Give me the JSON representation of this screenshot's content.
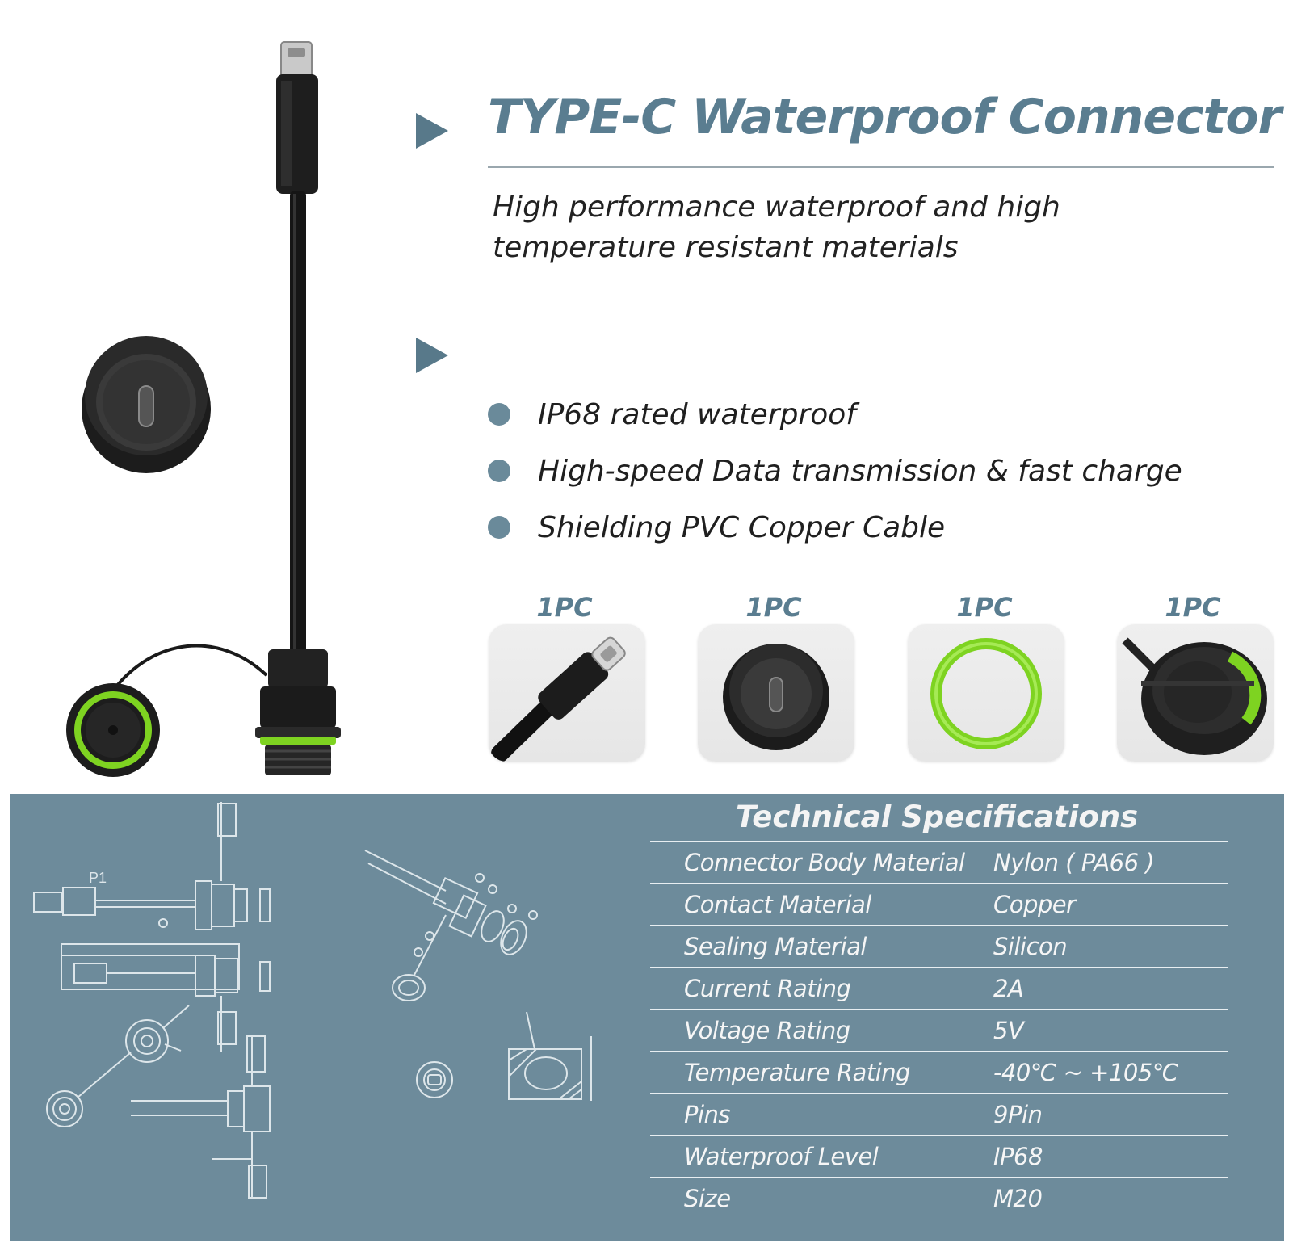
{
  "header": {
    "title": "TYPE-C Waterproof Connector",
    "subtitle": "High performance waterproof and high temperature resistant materials"
  },
  "features": [
    "IP68 rated waterproof",
    "High-speed Data transmission & fast charge",
    "Shielding PVC Copper Cable"
  ],
  "package": [
    {
      "qty": "1PC",
      "item_icon": "usb-c-plug-icon"
    },
    {
      "qty": "1PC",
      "item_icon": "socket-face-icon"
    },
    {
      "qty": "1PC",
      "item_icon": "green-o-ring-icon"
    },
    {
      "qty": "1PC",
      "item_icon": "nut-with-seal-icon"
    }
  ],
  "drawings": {
    "label_p1": "P1"
  },
  "specs": {
    "title": "Technical Specifications",
    "rows": [
      {
        "label": "Connector Body Material",
        "value": "Nylon ( PA66 )"
      },
      {
        "label": "Contact Material",
        "value": "Copper"
      },
      {
        "label": "Sealing Material",
        "value": "Silicon"
      },
      {
        "label": "Current Rating",
        "value": "2A"
      },
      {
        "label": "Voltage Rating",
        "value": "5V"
      },
      {
        "label": "Temperature Rating",
        "value": "-40℃ ~ +105℃"
      },
      {
        "label": "Pins",
        "value": "9Pin"
      },
      {
        "label": "Waterproof Level",
        "value": "IP68"
      },
      {
        "label": "Size",
        "value": "M20"
      }
    ]
  },
  "colors": {
    "accent": "#5a7d90",
    "panel": "#6d8b9b",
    "seal_green": "#7ed321"
  }
}
